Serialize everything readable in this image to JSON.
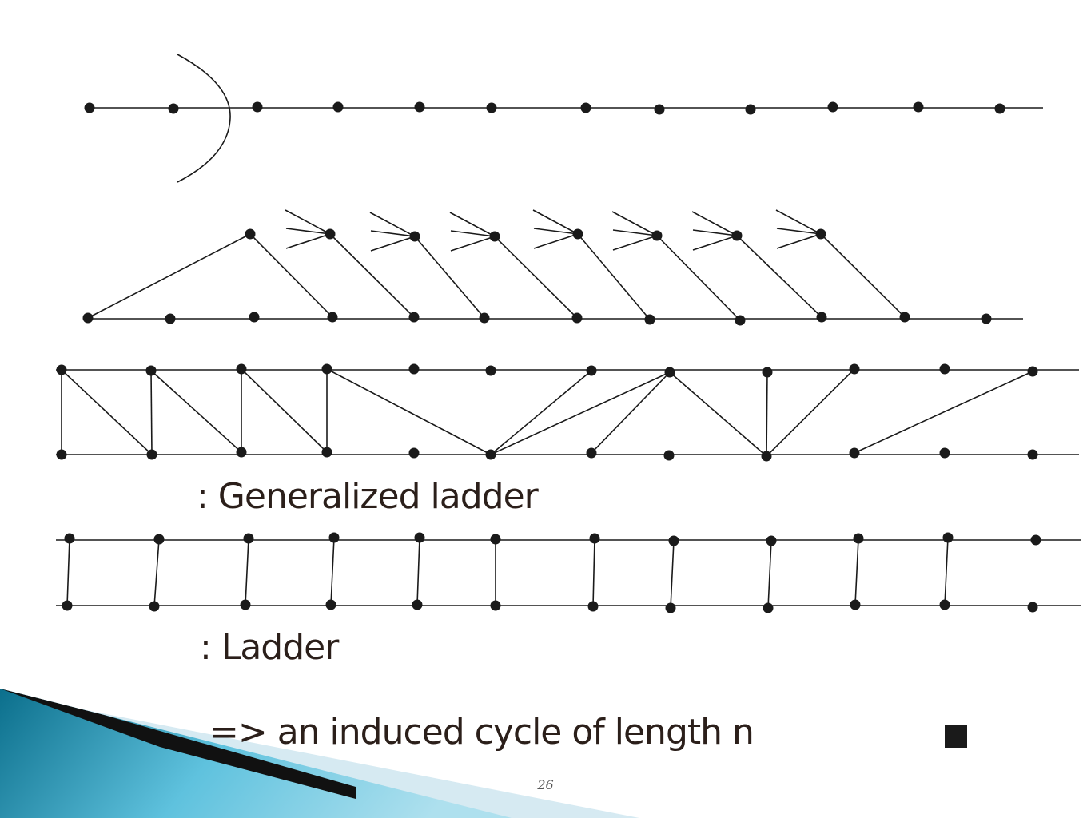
{
  "captions": {
    "generalized": ": Generalized ladder",
    "ladder": ": Ladder",
    "conclusion": "=> an induced cycle of length n"
  },
  "page_number": "26",
  "colors": {
    "ink": "#1a1a1a",
    "caption_text": "#2b1f1a",
    "corner_dark": "#0b6f8c",
    "corner_light": "#5fc2de",
    "corner_pale": "#d6eaf2"
  },
  "icons": {
    "end_of_proof": "square-icon"
  }
}
